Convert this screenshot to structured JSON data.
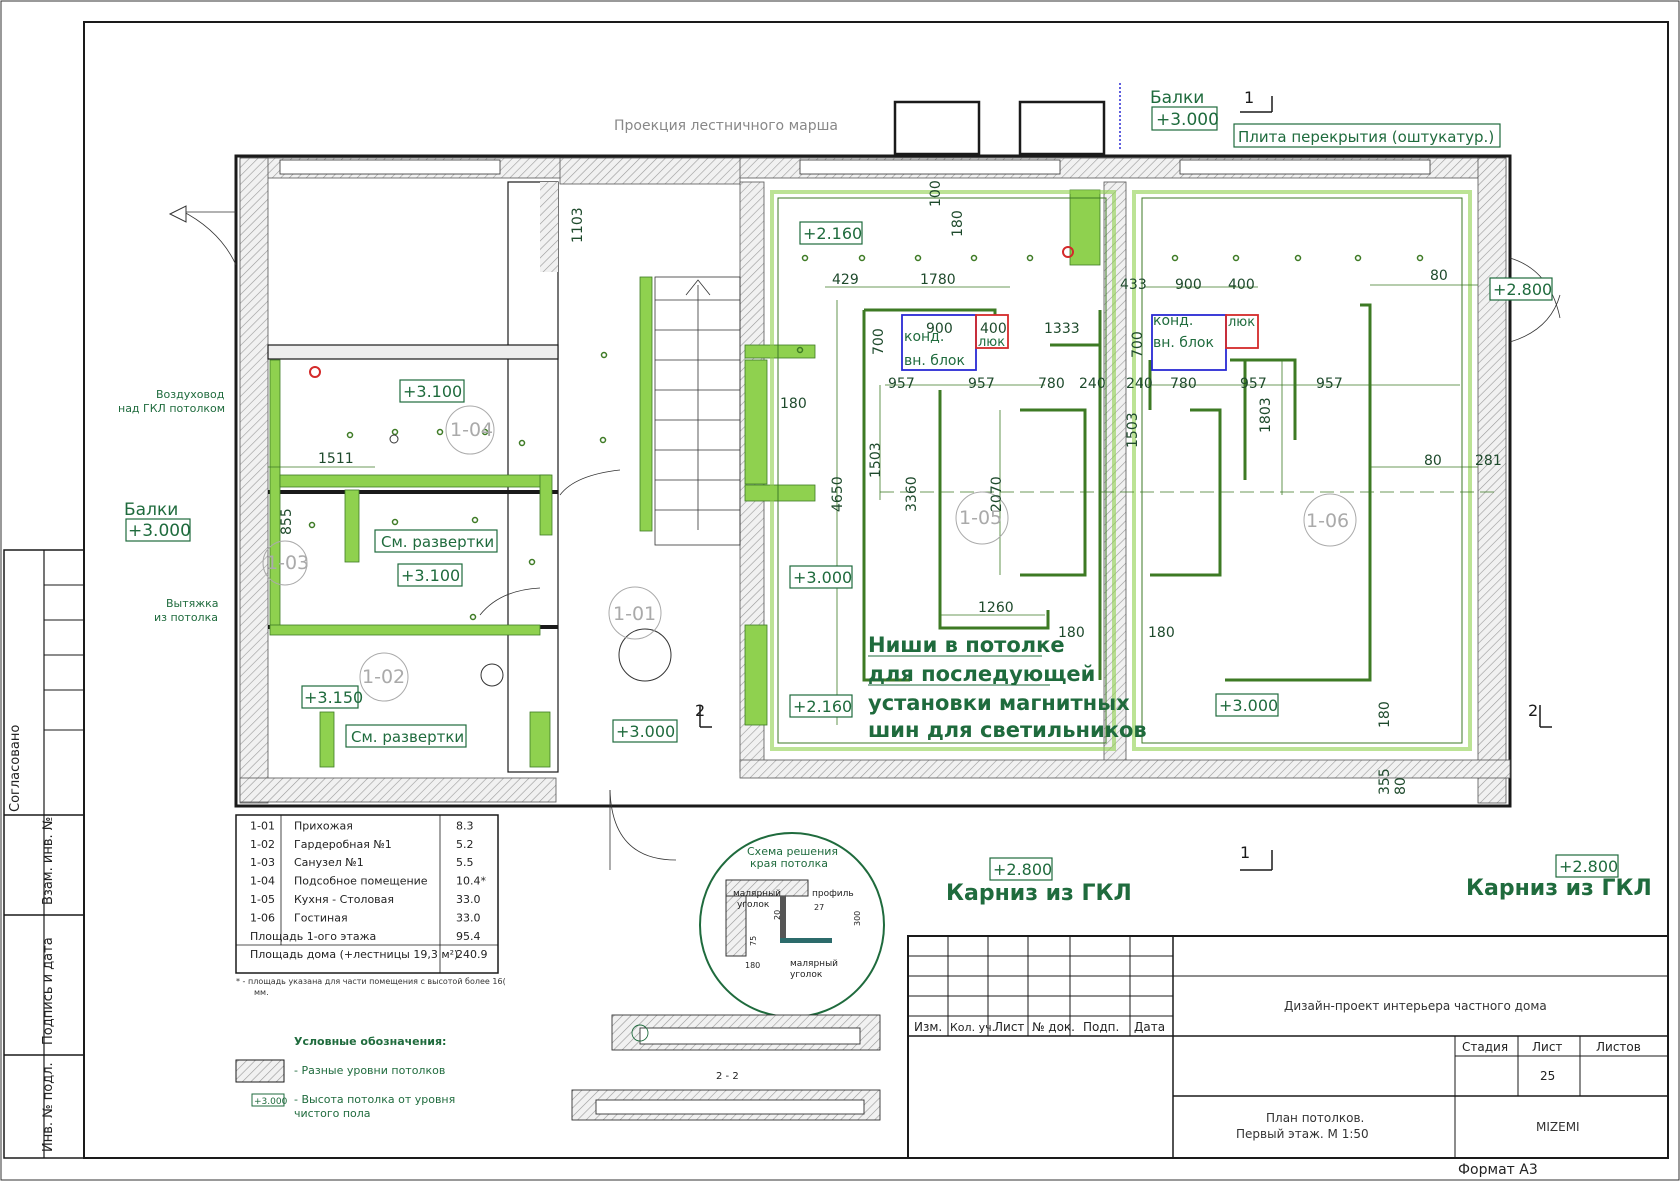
{
  "colors": {
    "ink": "#1a1a1a",
    "wall_hatch": "#9a9a9a",
    "soffit_green": "#8fd14f",
    "label_green": "#1f6b3d",
    "accent_red": "#d42a2a",
    "accent_blue": "#2a2ad4"
  },
  "title_block": {
    "project": "Дизайн-проект интерьера частного дома",
    "sheet_title_line1": "План потолков.",
    "sheet_title_line2": "Первый этаж. М 1:50",
    "company": "MIZEMI",
    "sheet_no": "25",
    "col_izm": "Изм.",
    "col_kol": "Кол. уч.",
    "col_list": "Лист",
    "col_doc": "№ док.",
    "col_podp": "Подп.",
    "col_data": "Дата",
    "col_stadia": "Стадия",
    "col_list2": "Лист",
    "col_listov": "Листов",
    "format": "Формат А3"
  },
  "side_stamp": {
    "soglasovano": "Согласовано",
    "vzam": "Взам. инв. №",
    "podpis": "Подпись и дата",
    "inv": "Инв. № подл."
  },
  "rooms": [
    {
      "code": "1-01",
      "name": "Прихожая",
      "area": "8.3"
    },
    {
      "code": "1-02",
      "name": "Гардеробная №1",
      "area": "5.2"
    },
    {
      "code": "1-03",
      "name": "Санузел №1",
      "area": "5.5"
    },
    {
      "code": "1-04",
      "name": "Подсобное помещение",
      "area": "10.4*"
    },
    {
      "code": "1-05",
      "name": "Кухня - Столовая",
      "area": "33.0"
    },
    {
      "code": "1-06",
      "name": "Гостиная",
      "area": "33.0"
    }
  ],
  "totals": [
    {
      "name": "Площадь 1-ого этажа",
      "area": "95.4"
    },
    {
      "name": "Площадь дома (+лестницы 19,3 м²)",
      "area": "240.9"
    }
  ],
  "footnote": "* - площадь указана для части помещения с высотой более 16(",
  "footnote2": "мм.",
  "legend": {
    "title": "Условные обозначения:",
    "item1": "- Разные уровни потолков",
    "item2_tag": "+3.000",
    "item2_line1": "- Высота потолка от уровня",
    "item2_line2": "чистого пола"
  },
  "detail": {
    "title1": "Схема решения",
    "title2": "края потолка",
    "m1a": "малярный",
    "m1b": "уголок",
    "prof": "профиль",
    "m2a": "малярный",
    "m2b": "уголок",
    "d27": "27",
    "d20": "20",
    "d300": "300",
    "d75": "75",
    "d180": "180"
  },
  "section_title": "2 - 2",
  "plan_labels": {
    "stair_proj": "Проекция лестничного марша",
    "balki_top": "Балки",
    "balki_top_lvl": "+3.000",
    "plita": "Плита перекрытия (оштукатур.)",
    "balki_left": "Балки",
    "balki_left_lvl": "+3.000",
    "vozd1": "Воздуховод",
    "vozd2": "над ГКЛ потолком",
    "vyt1": "Вытяжка",
    "vyt2": "из потолка",
    "razv1": "См. развертки",
    "razv2": "См. развертки",
    "konder1a": "конд.",
    "konder1b": "вн. блок",
    "konder2a": "конд.",
    "konder2b": "вн. блок",
    "luk1": "люк",
    "luk2": "люк",
    "niche1": "Ниши в потолке",
    "niche2": "для последующей",
    "niche3": "установки магнитных",
    "niche4": "шин для светильников",
    "karniz1": "Карниз из ГКЛ",
    "karniz2": "Карниз из ГКЛ",
    "sec1_top": "1",
    "sec1_bot": "1",
    "sec2_left": "2",
    "sec2_right": "2"
  },
  "levels": {
    "l_104": "+3.100",
    "l_103": "+3.100",
    "l_102": "+3.150",
    "l_101": "+3.000",
    "l_k1": "+2.160",
    "l_k2": "+3.000",
    "l_k3": "+2.160",
    "l_g1": "+3.000",
    "l_r1": "+2.800",
    "l_b1": "+2.800",
    "l_b2": "+2.800"
  },
  "room_tags": {
    "r101": "1-01",
    "r102": "1-02",
    "r103": "1-03",
    "r104": "1-04",
    "r105": "1-05",
    "r106": "1-06"
  },
  "dims": {
    "d1103": "1103",
    "d100": "100",
    "d180a": "180",
    "d429": "429",
    "d1780": "1780",
    "d900a": "900",
    "d400a": "400",
    "d1333": "1333",
    "d700a": "700",
    "d433": "433",
    "d900b": "900",
    "d400b": "400",
    "d700b": "700",
    "d80a": "80",
    "d957a": "957",
    "d957b": "957",
    "d780a": "780",
    "d240a": "240",
    "d240b": "240",
    "d780b": "780",
    "d957c": "957",
    "d957d": "957",
    "d180b": "180",
    "d1503a": "1503",
    "d1503b": "1503",
    "d1803": "1803",
    "d4650": "4650",
    "d3360": "3360",
    "d2070": "2070",
    "d1260": "1260",
    "d180c": "180",
    "d180d": "180",
    "d80b": "80",
    "d281": "281",
    "d1511": "1511",
    "d855": "855",
    "d180e": "180",
    "d355": "355",
    "d80c": "80"
  }
}
